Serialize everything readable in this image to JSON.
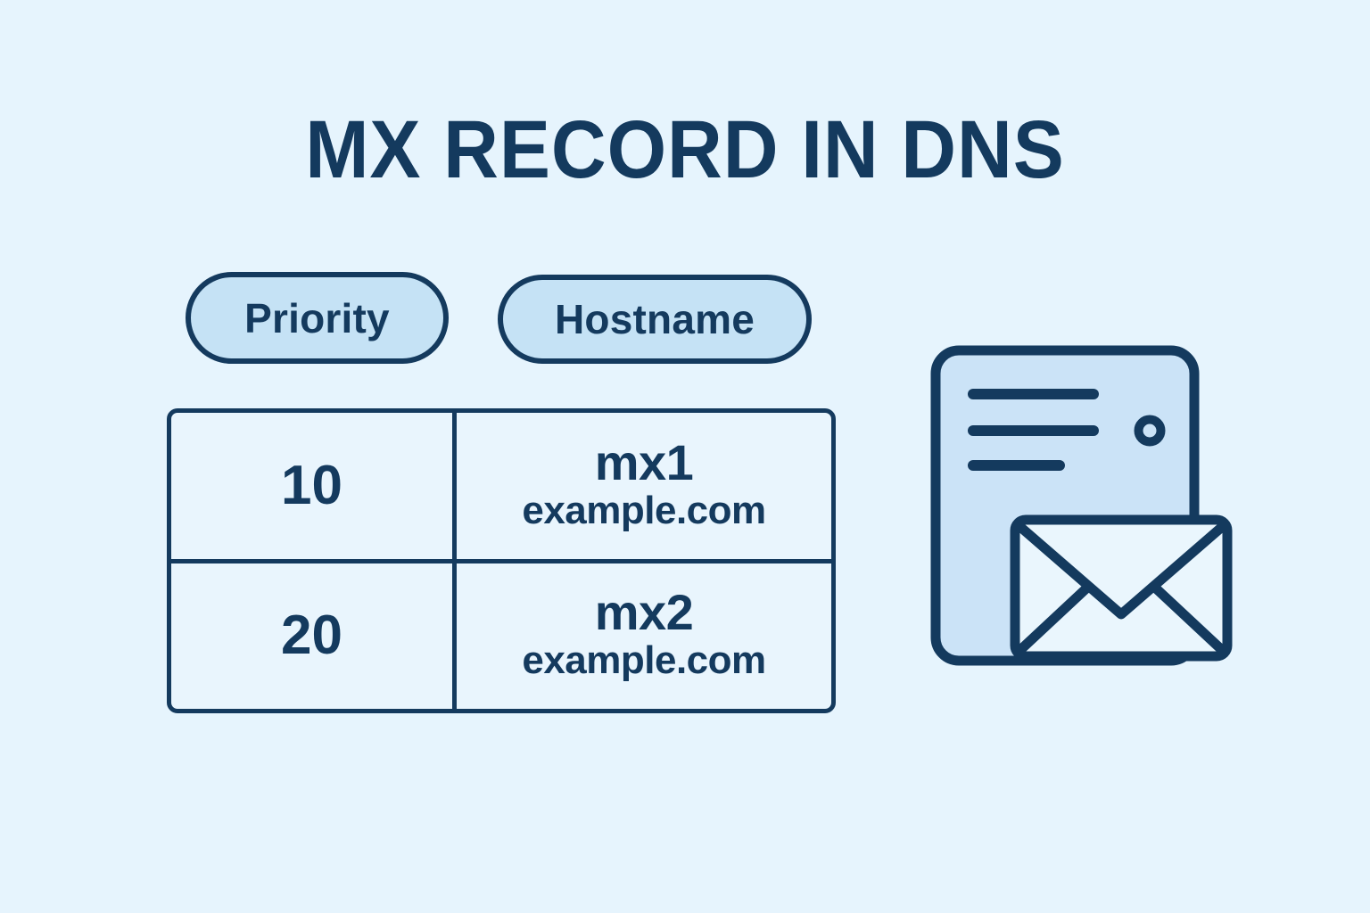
{
  "page": {
    "title": "MX RECORD IN DNS",
    "background_color": "#e6f4fd",
    "ink_color": "#143a5e",
    "panel_color": "#c5e2f5",
    "cell_color": "#e9f5fd"
  },
  "legend": {
    "priority_label": "Priority",
    "hostname_label": "Hostname"
  },
  "table": {
    "columns": [
      "Priority",
      "Hostname"
    ],
    "rows": [
      {
        "priority": "10",
        "host": "mx1",
        "domain": "example.com"
      },
      {
        "priority": "20",
        "host": "mx2",
        "domain": "example.com"
      }
    ]
  },
  "illustration": {
    "document_icon": "document-card",
    "envelope_icon": "envelope",
    "stamp_icon": "circle-stamp",
    "line_count": 3
  }
}
